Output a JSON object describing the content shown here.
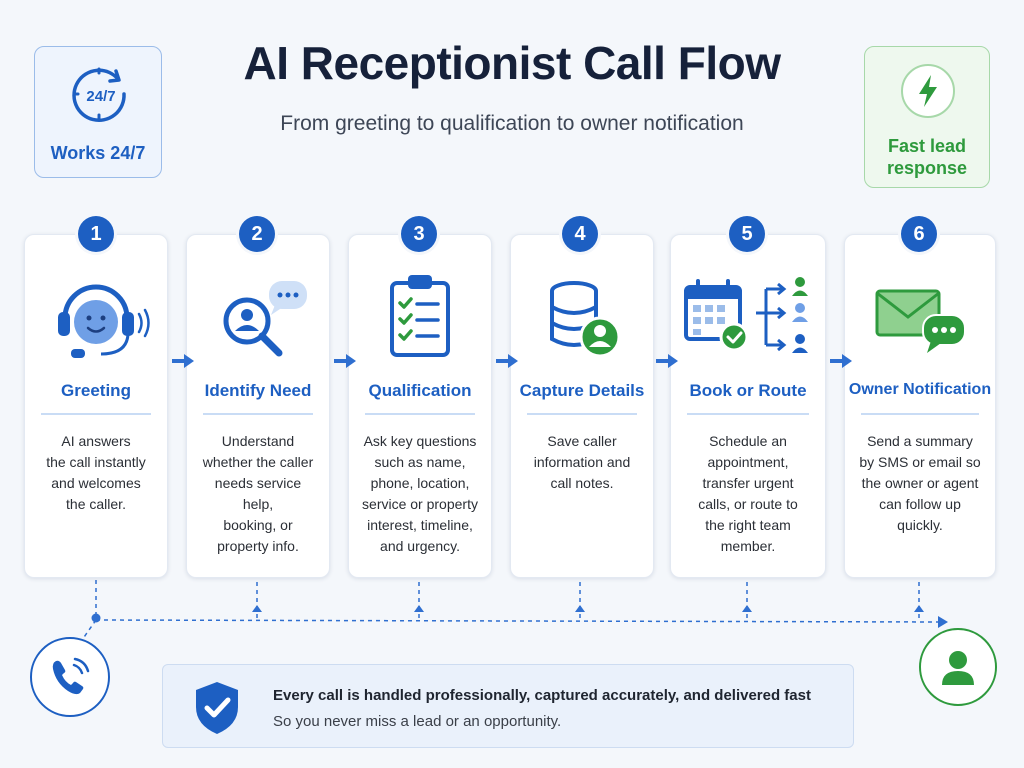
{
  "title": "AI Receptionist Call Flow",
  "subtitle": "From greeting to qualification to owner notification",
  "badge_left": {
    "icon_text": "24/7",
    "label": "Works 24/7",
    "icon": "clock-24-7-icon"
  },
  "badge_right": {
    "label_line1": "Fast lead",
    "label_line2": "response",
    "icon": "lightning-bolt-icon"
  },
  "steps": [
    {
      "number": "1",
      "title": "Greeting",
      "icon": "headset-agent-icon",
      "desc": [
        "AI answers",
        "the call instantly",
        "and welcomes",
        "the caller."
      ]
    },
    {
      "number": "2",
      "title": "Identify Need",
      "icon": "search-person-chat-icon",
      "desc": [
        "Understand",
        "whether the caller",
        "needs service help,",
        "booking, or",
        "property info."
      ]
    },
    {
      "number": "3",
      "title": "Qualification",
      "icon": "clipboard-checklist-icon",
      "desc": [
        "Ask key questions",
        "such as name,",
        "phone, location,",
        "service or property",
        "interest, timeline,",
        "and urgency."
      ]
    },
    {
      "number": "4",
      "title": "Capture Details",
      "icon": "database-user-icon",
      "desc": [
        "Save caller",
        "information and",
        "call notes."
      ]
    },
    {
      "number": "5",
      "title": "Book or Route",
      "icon": "calendar-route-icon",
      "desc": [
        "Schedule an",
        "appointment,",
        "transfer urgent",
        "calls, or route to",
        "the right team",
        "member."
      ]
    },
    {
      "number": "6",
      "title": "Owner Notification",
      "icon": "email-message-icon",
      "desc": [
        "Send a summary",
        "by SMS or email so",
        "the owner or agent",
        "can follow up",
        "quickly."
      ]
    }
  ],
  "bottom": {
    "headline": "Every call is handled professionally, captured accurately, and delivered fast",
    "sub": "So you never miss a lead or an opportunity.",
    "icon": "shield-check-icon"
  },
  "caller_icon": "phone-call-icon",
  "owner_icon": "user-icon",
  "colors": {
    "primary": "#1d5fc2",
    "green": "#2e9a3d",
    "background": "#f4f7fb"
  }
}
